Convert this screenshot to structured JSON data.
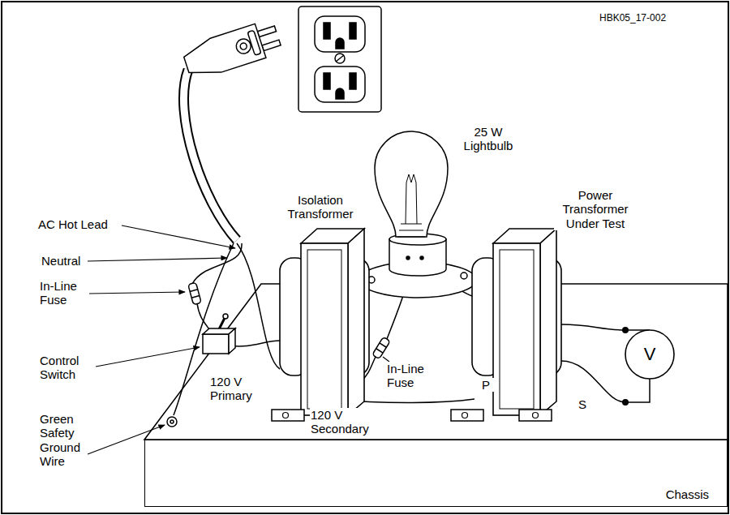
{
  "diagram": {
    "nodes": [
      {
        "text": [
          "Chassis"
        ]
      },
      {
        "text": [
          "V"
        ]
      }
    ],
    "labels": [
      "HBK05_17-002",
      "Isolation Transformer",
      "25 W Lightbulb",
      "Power Transformer Under Test",
      "AC Hot Lead",
      "Neutral",
      "In-Line Fuse",
      "Control Switch",
      "120 V Primary",
      "In-Line Fuse",
      "120 V Secondary",
      "P",
      "S",
      "Green Safety Ground Wire"
    ]
  }
}
